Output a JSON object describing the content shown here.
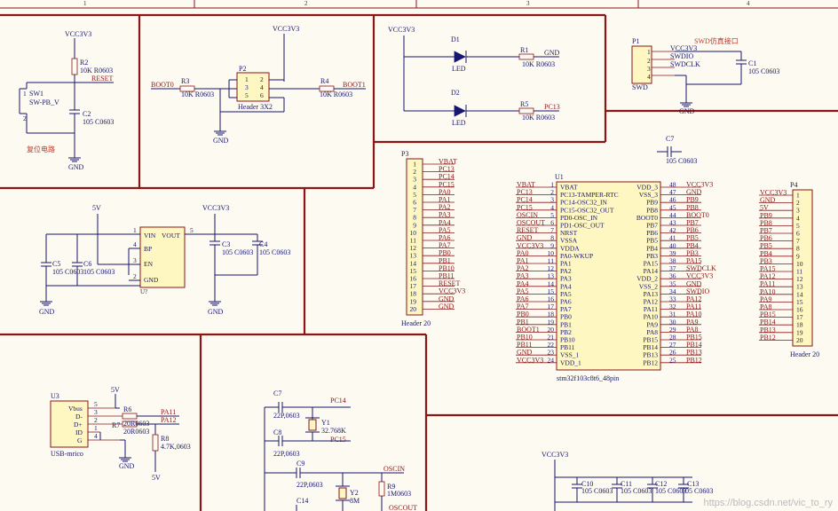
{
  "border_numbers": [
    "1",
    "2",
    "3",
    "4"
  ],
  "reset": {
    "power": "VCC3V3",
    "r_ref": "R2",
    "r_val": "10K R0603",
    "net": "RESET",
    "sw_ref": "SW1",
    "sw_val": "SW-PB_V",
    "sw_pin_a": "1",
    "sw_pin_b": "2",
    "c_ref": "C2",
    "c_val": "105 C0603",
    "gnd": "GND",
    "caption": "复位电路"
  },
  "boot": {
    "power": "VCC3V3",
    "left_net": "BOOT0",
    "r3_ref": "R3",
    "r3_val": "10K R0603",
    "p_ref": "P2",
    "p_val": "Header 3X2",
    "pins_left": [
      "1",
      "3",
      "5"
    ],
    "pins_right": [
      "2",
      "4",
      "6"
    ],
    "r4_ref": "R4",
    "r4_val": "10K R0603",
    "right_net": "BOOT1",
    "gnd": "GND"
  },
  "leds": {
    "power": "VCC3V3",
    "d1_ref": "D1",
    "d1_val": "LED",
    "r1_ref": "R1",
    "r1_val": "10K R0603",
    "d1_net": "GND",
    "d2_ref": "D2",
    "d2_val": "LED",
    "r5_ref": "R5",
    "r5_val": "10K R0603",
    "d2_net": "PC13"
  },
  "swd": {
    "title": "SWD仿真接口",
    "p_ref": "P1",
    "p_val": "SWD",
    "pins": [
      "1",
      "2",
      "3",
      "4"
    ],
    "nets": [
      "VCC3V3",
      "SWDIO",
      "SWDCLK",
      "GND"
    ],
    "c_ref": "C1",
    "c_val": "105 C0603",
    "gnd": "GND"
  },
  "c7": {
    "ref": "C7",
    "val": "105 C0603"
  },
  "regulator": {
    "in_power": "5V",
    "out_power": "VCC3V3",
    "pins": [
      {
        "num": "1",
        "name": "VIN"
      },
      {
        "num": "4",
        "name": "BP"
      },
      {
        "num": "3",
        "name": "EN"
      },
      {
        "num": "2",
        "name": "GND"
      }
    ],
    "out_pin_num": "5",
    "out_pin_name": "VOUT",
    "sub": "U?",
    "c5_ref": "C5",
    "c5_val": "105 C0603",
    "c6_ref": "C6",
    "c6_val": "105 C0603",
    "c3_ref": "C3",
    "c3_val": "105 C0603",
    "c4_ref": "C4",
    "c4_val": "105 C0603",
    "gnd": "GND"
  },
  "p3": {
    "ref": "P3",
    "val": "Header 20",
    "pins": [
      "1",
      "2",
      "3",
      "4",
      "5",
      "6",
      "7",
      "8",
      "9",
      "10",
      "11",
      "12",
      "13",
      "14",
      "15",
      "16",
      "17",
      "18",
      "19",
      "20"
    ],
    "nets": [
      "VBAT",
      "PC13",
      "PC14",
      "PC15",
      "PA0",
      "PA1",
      "PA2",
      "PA3",
      "PA4",
      "PA5",
      "PA6",
      "PA7",
      "PB0",
      "PB1",
      "PB10",
      "PB11",
      "RESET",
      "VCC3V3",
      "GND",
      "GND"
    ]
  },
  "mcu": {
    "ref": "U1",
    "val": "stm32f103c8t6_48pin",
    "left_pins": [
      {
        "net": "VBAT",
        "num": "1",
        "name": "VBAT"
      },
      {
        "net": "PC13",
        "num": "2",
        "name": "PC13-TAMPER-RTC"
      },
      {
        "net": "PC14",
        "num": "3",
        "name": "PC14-OSC32_IN"
      },
      {
        "net": "PC15",
        "num": "4",
        "name": "PC15-OSC32_OUT"
      },
      {
        "net": "OSCIN",
        "num": "5",
        "name": "PD0-OSC_IN"
      },
      {
        "net": "OSCOUT",
        "num": "6",
        "name": "PD1-OSC_OUT"
      },
      {
        "net": "RESET",
        "num": "7",
        "name": "NRST"
      },
      {
        "net": "GND",
        "num": "8",
        "name": "VSSA"
      },
      {
        "net": "VCC3V3",
        "num": "9",
        "name": "VDDA"
      },
      {
        "net": "PA0",
        "num": "10",
        "name": "PA0-WKUP"
      },
      {
        "net": "PA1",
        "num": "11",
        "name": "PA1"
      },
      {
        "net": "PA2",
        "num": "12",
        "name": "PA2"
      },
      {
        "net": "PA3",
        "num": "13",
        "name": "PA3"
      },
      {
        "net": "PA4",
        "num": "14",
        "name": "PA4"
      },
      {
        "net": "PA5",
        "num": "15",
        "name": "PA5"
      },
      {
        "net": "PA6",
        "num": "16",
        "name": "PA6"
      },
      {
        "net": "PA7",
        "num": "17",
        "name": "PA7"
      },
      {
        "net": "PB0",
        "num": "18",
        "name": "PB0"
      },
      {
        "net": "PB1",
        "num": "19",
        "name": "PB1"
      },
      {
        "net": "BOOT1",
        "num": "20",
        "name": "PB2"
      },
      {
        "net": "PB10",
        "num": "21",
        "name": "PB10"
      },
      {
        "net": "PB11",
        "num": "22",
        "name": "PB11"
      },
      {
        "net": "GND",
        "num": "23",
        "name": "VSS_1"
      },
      {
        "net": "VCC3V3",
        "num": "24",
        "name": "VDD_1"
      }
    ],
    "right_pins": [
      {
        "name": "VDD_3",
        "num": "48",
        "net": "VCC3V3"
      },
      {
        "name": "VSS_3",
        "num": "47",
        "net": "GND"
      },
      {
        "name": "PB9",
        "num": "46",
        "net": "PB9"
      },
      {
        "name": "PB8",
        "num": "45",
        "net": "PB8"
      },
      {
        "name": "BOOT0",
        "num": "44",
        "net": "BOOT0"
      },
      {
        "name": "PB7",
        "num": "43",
        "net": "PB7"
      },
      {
        "name": "PB6",
        "num": "42",
        "net": "PB6"
      },
      {
        "name": "PB5",
        "num": "41",
        "net": "PB5"
      },
      {
        "name": "PB4",
        "num": "40",
        "net": "PB4"
      },
      {
        "name": "PB3",
        "num": "39",
        "net": "PB3"
      },
      {
        "name": "PA15",
        "num": "38",
        "net": "PA15"
      },
      {
        "name": "PA14",
        "num": "37",
        "net": "SWDCLK"
      },
      {
        "name": "VDD_2",
        "num": "36",
        "net": "VCC3V3"
      },
      {
        "name": "VSS_2",
        "num": "35",
        "net": "GND"
      },
      {
        "name": "PA13",
        "num": "34",
        "net": "SWDIO"
      },
      {
        "name": "PA12",
        "num": "33",
        "net": "PA12"
      },
      {
        "name": "PA11",
        "num": "32",
        "net": "PA11"
      },
      {
        "name": "PA10",
        "num": "31",
        "net": "PA10"
      },
      {
        "name": "PA9",
        "num": "30",
        "net": "PA9"
      },
      {
        "name": "PA8",
        "num": "29",
        "net": "PA8"
      },
      {
        "name": "PB15",
        "num": "28",
        "net": "PB15"
      },
      {
        "name": "PB14",
        "num": "27",
        "net": "PB14"
      },
      {
        "name": "PB13",
        "num": "26",
        "net": "PB13"
      },
      {
        "name": "PB12",
        "num": "25",
        "net": "PB12"
      }
    ]
  },
  "p4": {
    "ref": "P4",
    "val": "Header 20",
    "pins": [
      "1",
      "2",
      "3",
      "4",
      "5",
      "6",
      "7",
      "8",
      "9",
      "10",
      "11",
      "12",
      "13",
      "14",
      "15",
      "16",
      "17",
      "18",
      "19",
      "20"
    ],
    "nets": [
      "VCC3V3",
      "GND",
      "5V",
      "PB9",
      "PB8",
      "PB7",
      "PB6",
      "PB5",
      "PB4",
      "PB3",
      "PA15",
      "PA12",
      "PA11",
      "PA10",
      "PA9",
      "PA8",
      "PB15",
      "PB14",
      "PB13",
      "PB12"
    ]
  },
  "usb": {
    "ref": "U3",
    "val": "USB-mrico",
    "pins": [
      {
        "name": "Vbus",
        "num": "5"
      },
      {
        "name": "D-",
        "num": "3"
      },
      {
        "name": "D+",
        "num": "2"
      },
      {
        "name": "ID",
        "num": "1"
      },
      {
        "name": "G",
        "num": "4"
      }
    ],
    "power": "5V",
    "r6_ref": "R6",
    "r6_val": "20R0603",
    "r7_ref": "R7",
    "r7_val": "20R0603",
    "net_a": "PA11",
    "net_b": "PA12",
    "r8_ref": "R8",
    "r8_val": "4.7K,0603",
    "gnd": "GND",
    "bottom_power": "5V"
  },
  "crystal": {
    "c7_ref": "C7",
    "c7_val": "22P,0603",
    "pc14": "PC14",
    "y1_ref": "Y1",
    "y1_val": "32.768K",
    "c8_ref": "C8",
    "c8_val": "22P,0603",
    "pc15": "PC15",
    "c9_ref": "C9",
    "c9_val": "22P,0603",
    "oscin": "OSCIN",
    "r9_ref": "R9",
    "r9_val": "1M0603",
    "y2_ref": "Y2",
    "y2_val": "8M",
    "c14_ref": "C14",
    "oscout": "OSCOUT"
  },
  "decoupling": {
    "power": "VCC3V3",
    "caps": [
      {
        "ref": "C10",
        "val": "105 C0603"
      },
      {
        "ref": "C11",
        "val": "105 C0603"
      },
      {
        "ref": "C12",
        "val": "105 C0603"
      },
      {
        "ref": "C13",
        "val": "105 C0603"
      }
    ]
  },
  "watermark": "https://blog.csdn.net/vic_to_ry"
}
